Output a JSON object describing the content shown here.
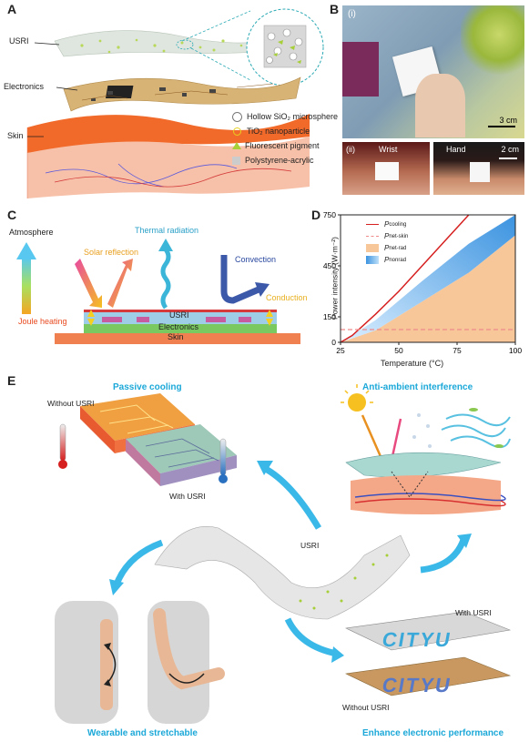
{
  "panelA": {
    "label": "A",
    "layer_usri": "USRI",
    "layer_electronics": "Electronics",
    "layer_skin": "Skin",
    "legend": [
      {
        "text": "Hollow SiO₂ microsphere",
        "icon": "circle-outline-icon"
      },
      {
        "text": "TiO₂ nanoparticle",
        "icon": "yellow-circle-icon"
      },
      {
        "text": "Fluorescent pigment",
        "icon": "green-flake-icon"
      },
      {
        "text": "Polystyrene-acrylic",
        "icon": "gray-square-icon"
      }
    ]
  },
  "panelB": {
    "label": "B",
    "sub_i": "(i)",
    "sub_ii": "(ii)",
    "scale_i": "3 cm",
    "scale_ii": "2 cm",
    "wrist": "Wrist",
    "hand": "Hand"
  },
  "panelC": {
    "label": "C",
    "atmosphere": "Atmosphere",
    "solar": "Solar reflection",
    "thermal": "Thermal radiation",
    "convection": "Convection",
    "conduction": "Conduction",
    "joule": "Joule heating",
    "usri": "USRI",
    "electronics": "Electronics",
    "skin": "Skin"
  },
  "panelD": {
    "label": "D",
    "chart_data": {
      "type": "line",
      "xlabel": "Temperature (°C)",
      "ylabel": "Power intensity (W·m⁻²)",
      "xlim": [
        25,
        100
      ],
      "ylim": [
        0,
        750
      ],
      "x_ticks": [
        "25",
        "50",
        "75",
        "100"
      ],
      "y_ticks": [
        "0",
        "150",
        "450",
        "750"
      ],
      "series": [
        {
          "name": "cooling",
          "x": [
            25,
            30,
            40,
            50,
            60,
            70,
            80
          ],
          "values": [
            0,
            40,
            165,
            300,
            450,
            600,
            750
          ]
        },
        {
          "name": "net-skin",
          "x": [
            25,
            100
          ],
          "values": [
            75,
            75
          ]
        },
        {
          "name": "net-rad",
          "x": [
            25,
            40,
            60,
            80,
            100
          ],
          "values": [
            0,
            70,
            240,
            410,
            630
          ]
        },
        {
          "name": "nonrad",
          "x": [
            25,
            40,
            60,
            80,
            100
          ],
          "values": [
            0,
            130,
            360,
            580,
            750
          ]
        }
      ],
      "legend": [
        "P_cooling",
        "P_net-skin",
        "P_net-rad",
        "P_nonrad"
      ],
      "colors": {
        "cooling": "#d62020",
        "netskin": "#f08a8a",
        "netrad": "#f7c79a",
        "nonrad": "#3b93e0"
      }
    },
    "legend_labels": [
      {
        "main": "P",
        "sub": "cooling"
      },
      {
        "main": "P",
        "sub": "net-skin"
      },
      {
        "main": "P",
        "sub": "net-rad"
      },
      {
        "main": "P",
        "sub": "nonrad"
      }
    ]
  },
  "panelE": {
    "label": "E",
    "passive": "Passive cooling",
    "without1": "Without USRI",
    "with1": "With USRI",
    "anti": "Anti-ambient interference",
    "usri": "USRI",
    "wearable": "Wearable and stretchable",
    "enhance": "Enhance electronic performance",
    "with2": "With USRI",
    "without2": "Without USRI",
    "cityu": "CITYU"
  }
}
